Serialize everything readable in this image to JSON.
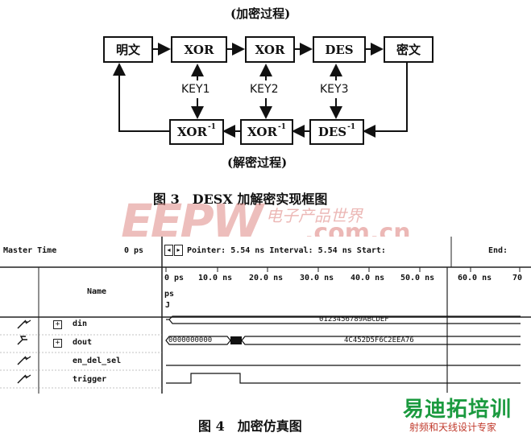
{
  "diagram": {
    "encrypt_caption": "(加密过程)",
    "decrypt_caption": "(解密过程)",
    "top_row": [
      "明文",
      "XOR",
      "XOR",
      "DES",
      "密文"
    ],
    "key_labels": [
      "KEY1",
      "KEY2",
      "KEY3"
    ],
    "bottom_row": [
      {
        "base": "XOR",
        "sup": "-1"
      },
      {
        "base": "XOR",
        "sup": "-1"
      },
      {
        "base": "DES",
        "sup": "-1"
      }
    ],
    "figure_caption": "图 3　DESX 加解密实现框图"
  },
  "watermark": {
    "logo_letters": "EEPW",
    "cn_text": "电子产品世界",
    "url": ".com.cn"
  },
  "simulator": {
    "master_time_label": "Master Time",
    "master_time_value": "0 ps",
    "pointer_label": "Pointer:",
    "pointer_value": "5.54 ns",
    "interval_label": "Interval:",
    "interval_value": "5.54 ns",
    "start_label": "Start:",
    "end_label": "End:",
    "name_header": "Name",
    "ps_marker": "ps",
    "time_ticks": [
      "0 ps",
      "10.0 ns",
      "20.0 ns",
      "30.0 ns",
      "40.0 ns",
      "50.0 ns",
      "60.0 ns",
      "70"
    ],
    "signals": [
      {
        "name": "din",
        "expandable": true,
        "value_text": "0123456789ABCDEF"
      },
      {
        "name": "dout",
        "expandable": true,
        "value_left": "0000000000",
        "value_right": "4C452D5F6C2EEA76"
      },
      {
        "name": "en_del_sel",
        "expandable": false
      },
      {
        "name": "trigger",
        "expandable": false
      }
    ]
  },
  "figure4_caption": "图 4　加密仿真图",
  "footer_watermark": {
    "title": "易迪拓培训",
    "subtitle": "射频和天线设计专家"
  }
}
